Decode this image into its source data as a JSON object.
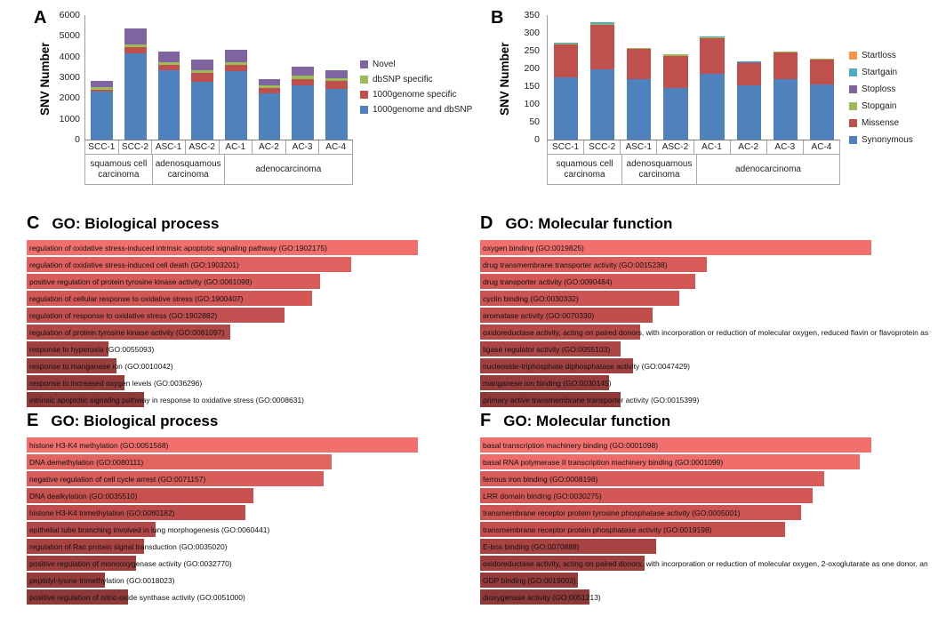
{
  "panels": {
    "A": {
      "letter": "A",
      "ylabel": "SNV Number"
    },
    "B": {
      "letter": "B",
      "ylabel": "SNV Number"
    },
    "C": {
      "letter": "C",
      "title": "GO: Biological process"
    },
    "D": {
      "letter": "D",
      "title": "GO: Molecular function"
    },
    "E": {
      "letter": "E",
      "title": "GO: Biological process"
    },
    "F": {
      "letter": "F",
      "title": "GO: Molecular function"
    }
  },
  "chart_data": [
    {
      "panel": "A",
      "type": "bar",
      "stacked": true,
      "ylabel": "SNV Number",
      "ylim": [
        0,
        6000
      ],
      "yticks": [
        0,
        1000,
        2000,
        3000,
        4000,
        5000,
        6000
      ],
      "categories": [
        "SCC-1",
        "SCC-2",
        "ASC-1",
        "ASC-2",
        "AC-1",
        "AC-2",
        "AC-3",
        "AC-4"
      ],
      "groups": [
        {
          "label": "squamous cell carcinoma",
          "span": 2
        },
        {
          "label": "adenosquamous carcinoma",
          "span": 2
        },
        {
          "label": "adenocarcinoma",
          "span": 4
        }
      ],
      "series": [
        {
          "name": "1000genome and dbSNP",
          "color": "#4F81BD",
          "values": [
            2300,
            4150,
            3350,
            2800,
            3300,
            2250,
            2600,
            2450
          ]
        },
        {
          "name": "1000genome specific",
          "color": "#C0504D",
          "values": [
            120,
            300,
            250,
            400,
            300,
            230,
            330,
            400
          ]
        },
        {
          "name": "dbSNP specific",
          "color": "#9BBB59",
          "values": [
            100,
            150,
            130,
            150,
            150,
            120,
            150,
            120
          ]
        },
        {
          "name": "Novel",
          "color": "#8064A2",
          "values": [
            330,
            750,
            520,
            500,
            600,
            300,
            420,
            380
          ]
        }
      ]
    },
    {
      "panel": "B",
      "type": "bar",
      "stacked": true,
      "ylabel": "SNV Number",
      "ylim": [
        0,
        350
      ],
      "yticks": [
        0,
        50,
        100,
        150,
        200,
        250,
        300,
        350
      ],
      "categories": [
        "SCC-1",
        "SCC-2",
        "ASC-1",
        "ASC-2",
        "AC-1",
        "AC-2",
        "AC-3",
        "AC-4"
      ],
      "groups": [
        {
          "label": "squamous cell carcinoma",
          "span": 2
        },
        {
          "label": "adenosquamous carcinoma",
          "span": 2
        },
        {
          "label": "adenocarcinoma",
          "span": 4
        }
      ],
      "series": [
        {
          "name": "Synonymous",
          "color": "#4F81BD",
          "values": [
            175,
            197,
            170,
            145,
            185,
            152,
            170,
            155
          ]
        },
        {
          "name": "Missense",
          "color": "#C0504D",
          "values": [
            93,
            125,
            85,
            90,
            100,
            62,
            76,
            70
          ]
        },
        {
          "name": "Stopgain",
          "color": "#9BBB59",
          "values": [
            2,
            3,
            2,
            4,
            2,
            2,
            2,
            2
          ]
        },
        {
          "name": "Stoploss",
          "color": "#8064A2",
          "values": [
            1,
            1,
            1,
            1,
            1,
            1,
            0,
            0
          ]
        },
        {
          "name": "Startgain",
          "color": "#4BACC6",
          "values": [
            1,
            4,
            0,
            0,
            2,
            3,
            0,
            0
          ]
        },
        {
          "name": "Startloss",
          "color": "#F79646",
          "values": [
            0,
            0,
            0,
            0,
            0,
            0,
            0,
            0
          ]
        }
      ]
    },
    {
      "panel": "C",
      "type": "bar",
      "orientation": "horizontal",
      "title": "GO: Biological process",
      "bars": [
        {
          "label": "regulation of oxidative stress-induced intrinsic apoptotic signaling pathway (GO:1902175)",
          "length_pct": 100,
          "color": "#F1706E"
        },
        {
          "label": "regulation of oxidative stress-induced cell death (GO:1903201)",
          "length_pct": 83,
          "color": "#DF605E"
        },
        {
          "label": "positive regulation of protein tyrosine kinase activity (GO:0061098)",
          "length_pct": 75,
          "color": "#D85C5A"
        },
        {
          "label": "regulation of cellular response to oxidative stress (GO:1900407)",
          "length_pct": 73,
          "color": "#D25755"
        },
        {
          "label": "regulation of response to oxidative stress (GO:1902882)",
          "length_pct": 66,
          "color": "#C35050"
        },
        {
          "label": "regulation of protein tyrosine kinase activity (GO:0061097)",
          "length_pct": 52,
          "color": "#B14746"
        },
        {
          "label": "response to hyperoxia (GO:0055093)",
          "length_pct": 21,
          "color": "#A04040"
        },
        {
          "label": "response to manganese ion (GO:0010042)",
          "length_pct": 23,
          "color": "#9A3D3D"
        },
        {
          "label": "response to increased oxygen levels (GO:0036296)",
          "length_pct": 25,
          "color": "#943B3B"
        },
        {
          "label": "intrinsic apoptotic signaling pathway in response to oxidative stress (GO:0008631)",
          "length_pct": 30,
          "color": "#8E3939"
        }
      ]
    },
    {
      "panel": "D",
      "type": "bar",
      "orientation": "horizontal",
      "title": "GO: Molecular function",
      "bars": [
        {
          "label": "oxygen binding (GO:0019825)",
          "length_pct": 100,
          "color": "#F1706E"
        },
        {
          "label": "drug transmembrane transporter activity (GO:0015238)",
          "length_pct": 58,
          "color": "#D85C5A"
        },
        {
          "label": "drug transporter activity (GO:0090484)",
          "length_pct": 55,
          "color": "#D25755"
        },
        {
          "label": "cyclin binding (GO:0030332)",
          "length_pct": 51,
          "color": "#CB5352"
        },
        {
          "label": "aromatase activity (GO:0070330)",
          "length_pct": 44,
          "color": "#C04E4D"
        },
        {
          "label": "oxidoreductase activity, acting on paired donors, with incorporation or reduction of molecular oxygen, reduced flavin or flavoprotein as",
          "length_pct": 41,
          "color": "#B54848"
        },
        {
          "label": "ligase regulator activity (GO:0055103)",
          "length_pct": 36,
          "color": "#AB4444"
        },
        {
          "label": "nucleoside-triphosphate diphosphatase activity (GO:0047429)",
          "length_pct": 39,
          "color": "#A14040"
        },
        {
          "label": "manganese ion binding (GO:0030145)",
          "length_pct": 33,
          "color": "#973C3C"
        },
        {
          "label": "primary active transmembrane transporter activity (GO:0015399)",
          "length_pct": 36,
          "color": "#8E3939"
        }
      ]
    },
    {
      "panel": "E",
      "type": "bar",
      "orientation": "horizontal",
      "title": "GO: Biological process",
      "bars": [
        {
          "label": "histone H3-K4 methylation (GO:0051568)",
          "length_pct": 100,
          "color": "#F1706E"
        },
        {
          "label": "DNA demethylation (GO:0080111)",
          "length_pct": 78,
          "color": "#E26461"
        },
        {
          "label": "negative regulation of cell cycle arrest (GO:0071157)",
          "length_pct": 76,
          "color": "#D85C5A"
        },
        {
          "label": "DNA dealkylation (GO:0035510)",
          "length_pct": 58,
          "color": "#C85150"
        },
        {
          "label": "histone H3-K4 trimethylation (GO:0080182)",
          "length_pct": 56,
          "color": "#BE4C4B"
        },
        {
          "label": "epithelial tube branching involved in lung morphogenesis (GO:0060441)",
          "length_pct": 33,
          "color": "#B24747"
        },
        {
          "label": "regulation of Rac protein signal transduction (GO:0035020)",
          "length_pct": 30,
          "color": "#A84343"
        },
        {
          "label": "positive regulation of monooxygenase activity (GO:0032770)",
          "length_pct": 28,
          "color": "#9E3F3F"
        },
        {
          "label": "peptidyl-lysine trimethylation (GO:0018023)",
          "length_pct": 20,
          "color": "#953B3B"
        },
        {
          "label": "positive regulation of nitric-oxide synthase activity (GO:0051000)",
          "length_pct": 26,
          "color": "#8E3939"
        }
      ]
    },
    {
      "panel": "F",
      "type": "bar",
      "orientation": "horizontal",
      "title": "GO: Molecular function",
      "bars": [
        {
          "label": "basal transcription machinery binding (GO:0001098)",
          "length_pct": 100,
          "color": "#F1706E"
        },
        {
          "label": "basal RNA polymerase II transcription machinery binding (GO:0001099)",
          "length_pct": 97,
          "color": "#EE6D6B"
        },
        {
          "label": "ferrous iron binding (GO:0008198)",
          "length_pct": 88,
          "color": "#D85C5A"
        },
        {
          "label": "LRR domain binding (GO:0030275)",
          "length_pct": 85,
          "color": "#D35855"
        },
        {
          "label": "transmembrane receptor protein tyrosine phosphatase activity (GO:0005001)",
          "length_pct": 82,
          "color": "#CC5452"
        },
        {
          "label": "transmembrane receptor protein phosphatase activity (GO:0019198)",
          "length_pct": 78,
          "color": "#C54F4E"
        },
        {
          "label": "E-box binding (GO:0070888)",
          "length_pct": 45,
          "color": "#A84343"
        },
        {
          "label": "oxidoreductase activity, acting on paired donors, with incorporation or reduction of molecular oxygen, 2-oxoglutarate as one donor, an",
          "length_pct": 42,
          "color": "#9E3F3F"
        },
        {
          "label": "GDP binding (GO:0019003)",
          "length_pct": 25,
          "color": "#953B3B"
        },
        {
          "label": "dioxygenase activity (GO:0051213)",
          "length_pct": 28,
          "color": "#8E3939"
        }
      ]
    }
  ]
}
